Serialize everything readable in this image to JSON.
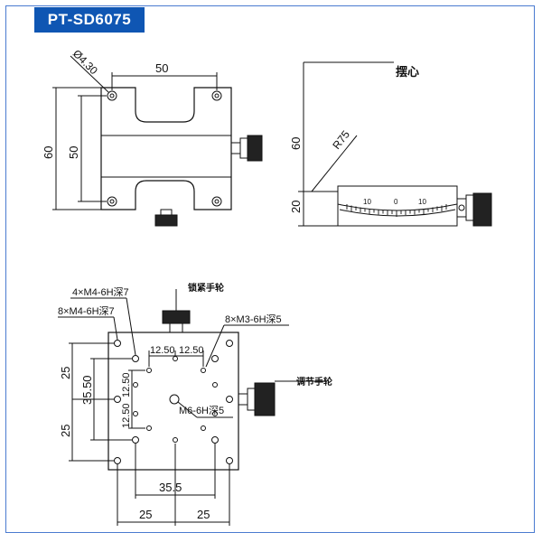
{
  "title": "PT-SD6075",
  "top_view": {
    "hole_dia": "Ø4.30",
    "width_50": "50",
    "height_60": "60",
    "height_50": "50"
  },
  "side_view": {
    "label_pivot": "摆心",
    "dim_60": "60",
    "dim_20": "20",
    "radius": "R75",
    "scale_left": "10",
    "scale_zero": "0",
    "scale_right": "10"
  },
  "bottom_view": {
    "note_4xM4": "4×M4-6H深7",
    "note_8xM4": "8×M4-6H深7",
    "note_8xM3": "8×M3-6H深5",
    "note_M6": "M6-6H深5",
    "lock_wheel": "锁紧手轮",
    "adjust_wheel": "调节手轮",
    "dim_12_50_a": "12.50",
    "dim_12_50_b": "12.50",
    "dim_12_50_c": "12.50",
    "dim_12_50_d": "12.50",
    "dim_25_top": "25",
    "dim_35_50": "35.50",
    "dim_25_bottom": "25",
    "dim_35_5": "35.5",
    "dim_25_left": "25",
    "dim_25_right": "25"
  }
}
